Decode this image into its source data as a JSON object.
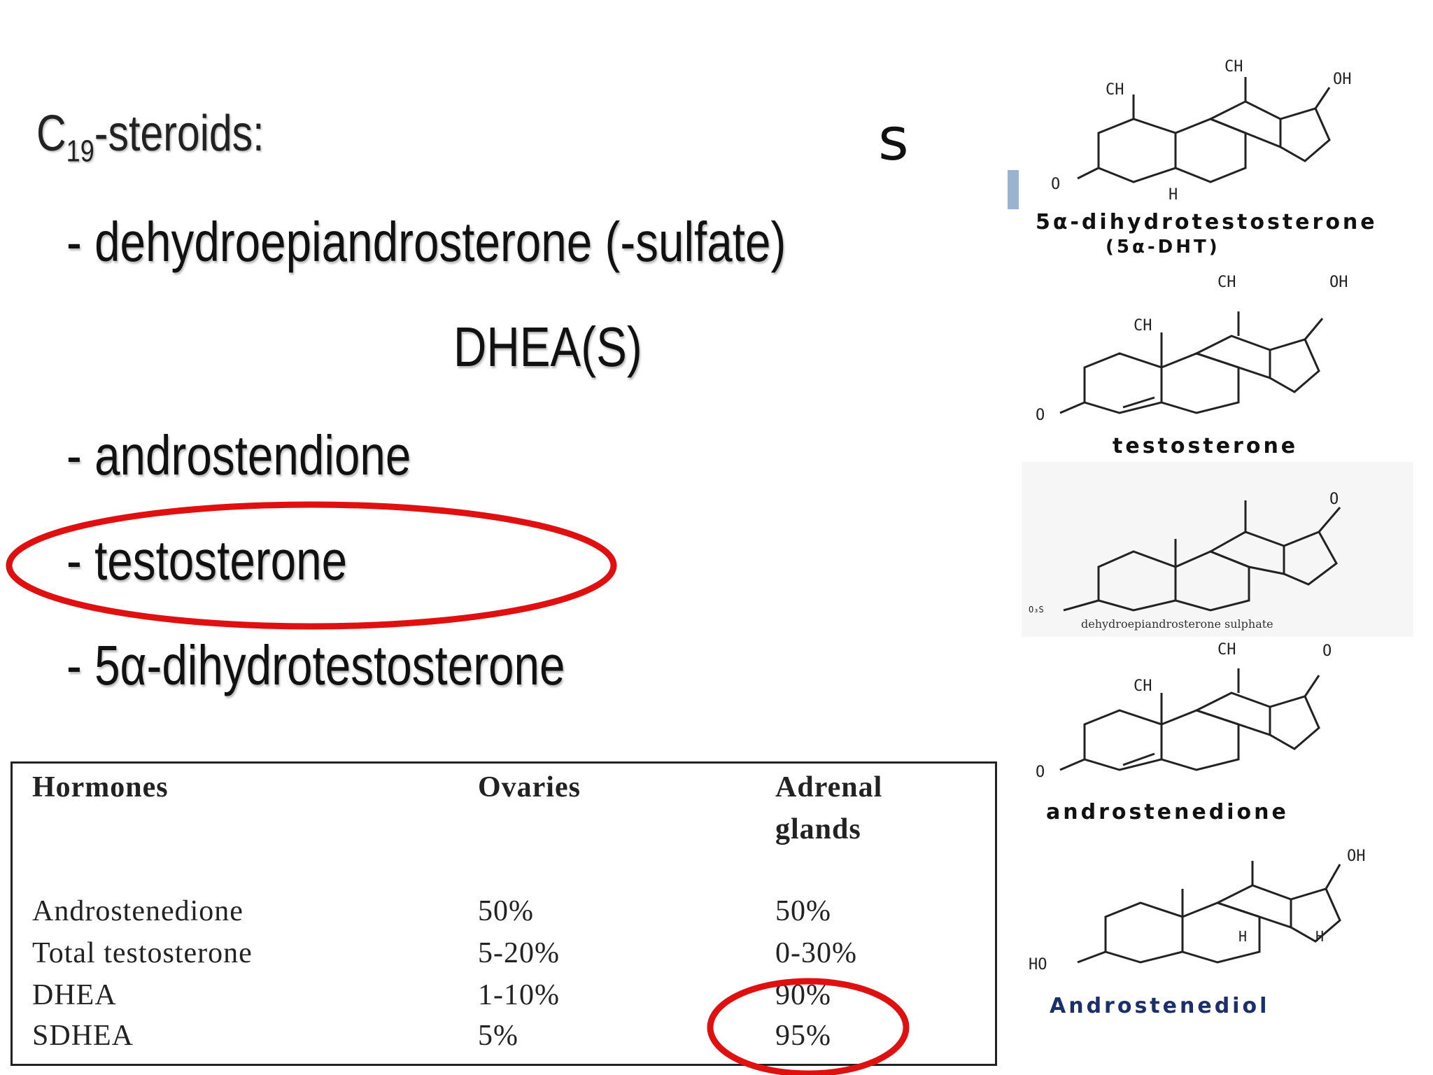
{
  "heading": {
    "prefix": "C",
    "subscript": "19",
    "suffix": "-steroids:"
  },
  "bullets": [
    {
      "text": "- dehydroepiandrosterone (-sulfate)"
    },
    {
      "text": "DHEA(S)"
    },
    {
      "text": "- androstendione"
    },
    {
      "text": "- testosterone"
    },
    {
      "text": "- 5α-dihydrotestosterone"
    }
  ],
  "corner_letter": "s",
  "table": {
    "headers": [
      "Hormones",
      "Ovaries",
      "Adrenal",
      "glands"
    ],
    "rows": [
      [
        "Androstenedione",
        "50%",
        "50%"
      ],
      [
        "Total testosterone",
        "5-20%",
        "0-30%"
      ],
      [
        "DHEA",
        "1-10%",
        "90%"
      ],
      [
        "SDHEA",
        "5%",
        "95%"
      ]
    ]
  },
  "molecules": {
    "dht_label_1": "5α-dihydrotestosterone",
    "dht_label_2": "(5α-DHT)",
    "testosterone_label": "testosterone",
    "dheas_label": "dehydroepiandrosterone sulphate",
    "androstenedione_label": "androstenedione",
    "androstenediol_label": "Androstenediol"
  },
  "colors": {
    "highlight_ring": "#e01010",
    "accent_bar": "#9ab3cf",
    "androstenediol_label": "#1b2f6b"
  }
}
